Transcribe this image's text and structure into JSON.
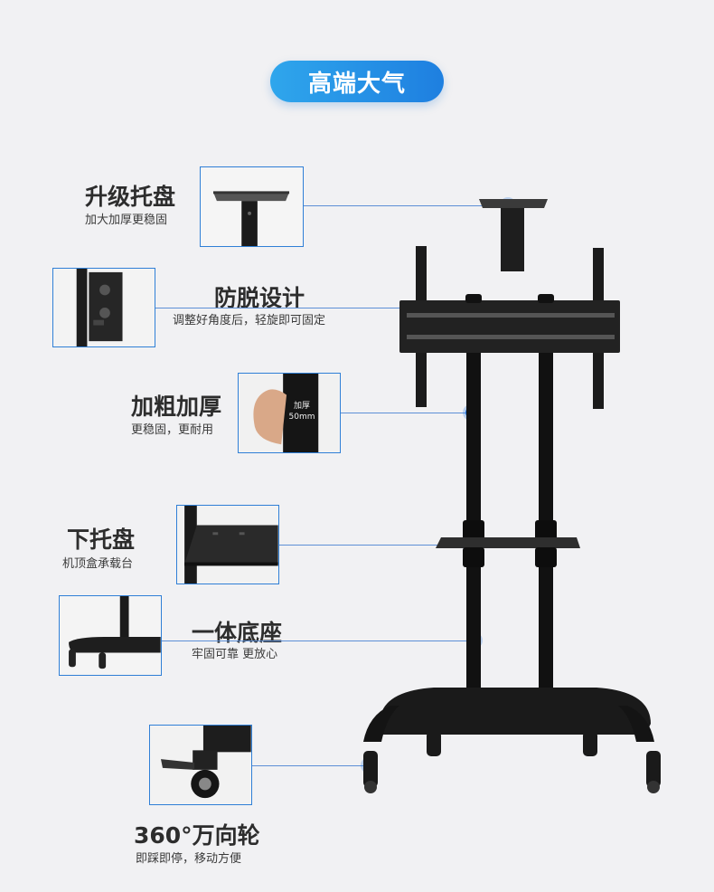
{
  "title": "高端大气",
  "features": [
    {
      "title": "升级托盘",
      "subtitle": "加大加厚更稳固",
      "icon": "top-tray-thumbnail"
    },
    {
      "title": "防脱设计",
      "subtitle": "调整好角度后，轻旋即可固定",
      "icon": "anti-drop-bracket-thumbnail"
    },
    {
      "title": "加粗加厚",
      "subtitle": "更稳固，更耐用",
      "icon": "thick-pole-thumbnail",
      "badge": {
        "line1": "加厚",
        "line2": "50mm"
      }
    },
    {
      "title": "下托盘",
      "subtitle": "机顶盒承载台",
      "icon": "lower-tray-thumbnail"
    },
    {
      "title": "一体底座",
      "subtitle": "牢固可靠 更放心",
      "icon": "base-thumbnail"
    },
    {
      "title": "360°万向轮",
      "subtitle": "即踩即停，移动方便",
      "icon": "caster-thumbnail"
    }
  ],
  "colors": {
    "accent": "#1f74e0",
    "background": "#f1f1f3",
    "text": "#2d2d2d"
  }
}
